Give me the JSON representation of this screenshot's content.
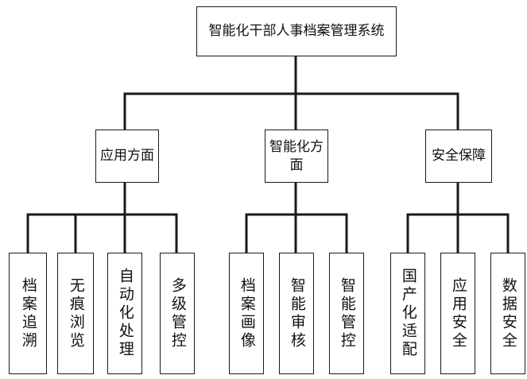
{
  "root": {
    "label": "智能化干部人事档案管理系统"
  },
  "categories": [
    {
      "label": "应用方面",
      "children": [
        "档案追溯",
        "无痕浏览",
        "自动化处理",
        "多级管控"
      ]
    },
    {
      "label": "智能化方面",
      "children": [
        "档案画像",
        "智能审核",
        "智能管控"
      ]
    },
    {
      "label": "安全保障",
      "children": [
        "国产化适配",
        "应用安全",
        "数据安全"
      ]
    }
  ],
  "colors": {
    "line": "#1a1a1a",
    "box_border": "#1a1a1a",
    "text": "#111111",
    "background": "#ffffff"
  }
}
